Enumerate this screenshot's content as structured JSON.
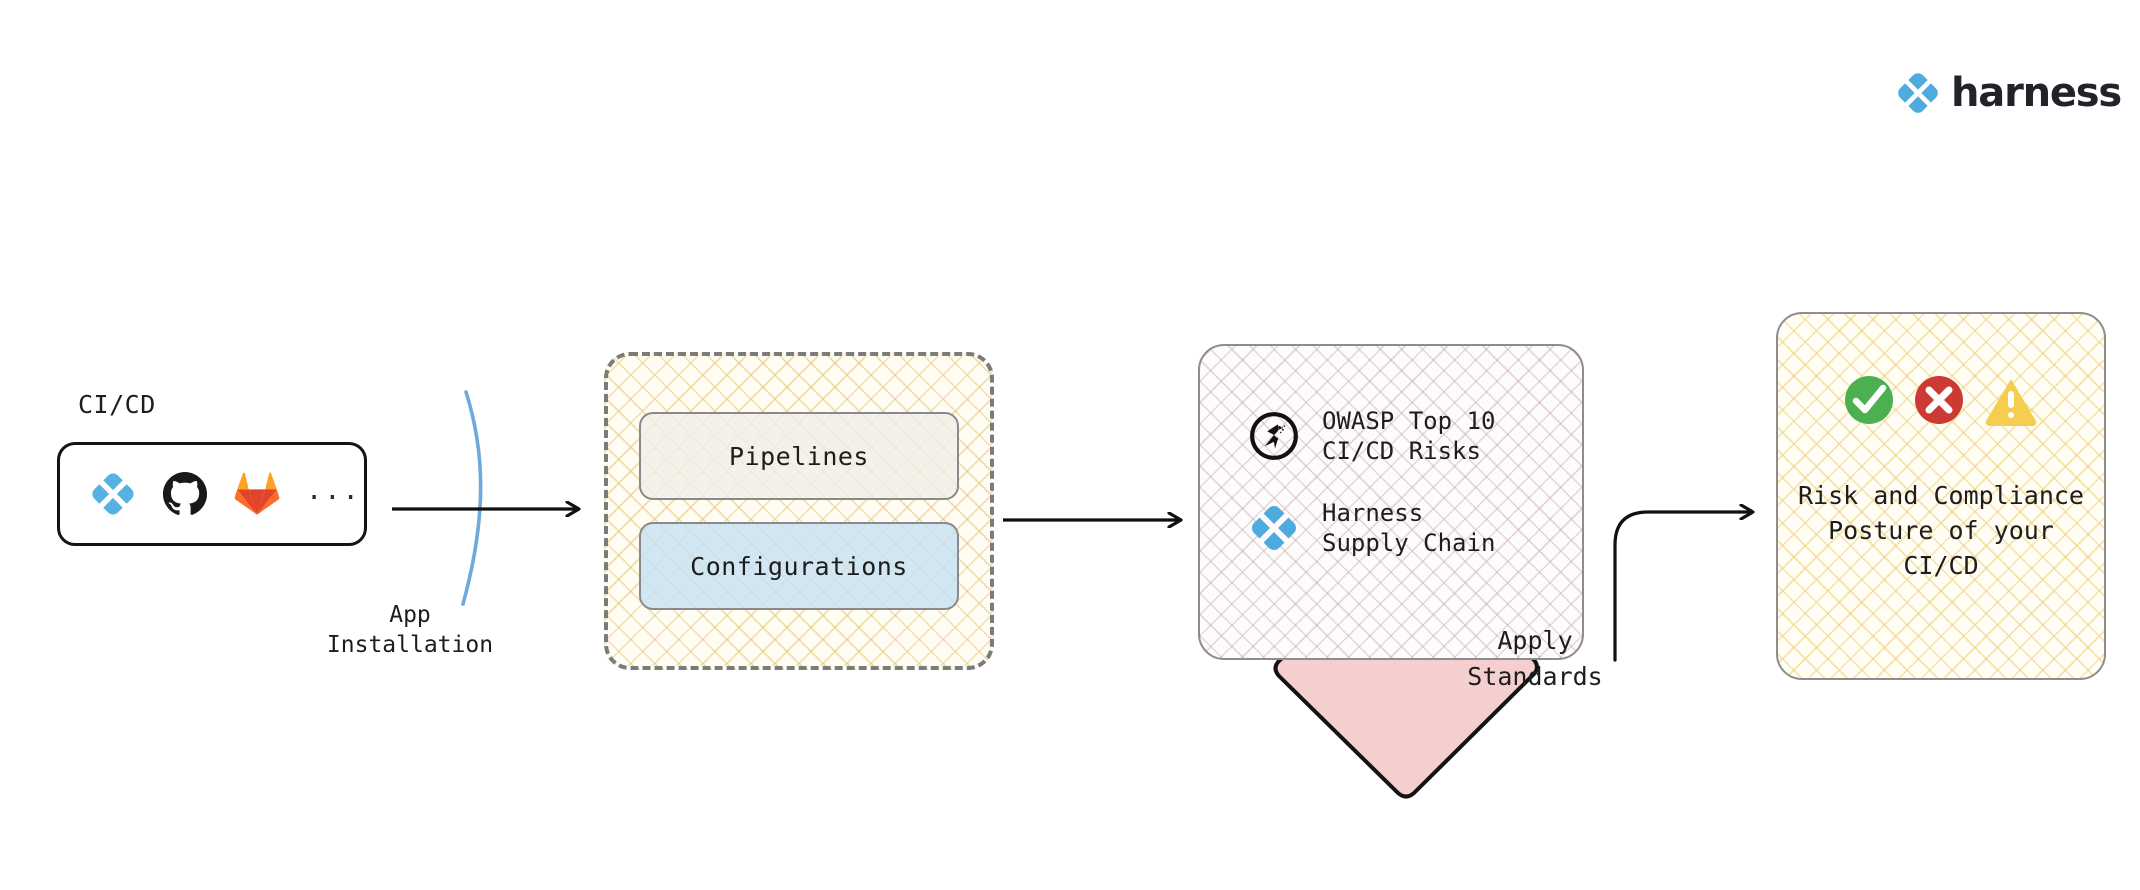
{
  "brand": {
    "name": "harness",
    "logo_icon": "harness-diamond-logo",
    "accent_color": "#4DABDE",
    "word_color": "#22222a"
  },
  "source": {
    "label": "CI/CD",
    "tools": [
      {
        "name": "Harness",
        "icon": "harness-logo-icon",
        "color": "#4DABDE"
      },
      {
        "name": "GitHub",
        "icon": "github-octocat-icon",
        "color": "#18191B"
      },
      {
        "name": "GitLab",
        "icon": "gitlab-fox-icon",
        "color": "#E24329"
      }
    ],
    "more": "..."
  },
  "boundary": {
    "label": "App\nInstallation",
    "curve_color": "#6FA8DC"
  },
  "pipeline_group": {
    "cards": [
      {
        "label": "Pipelines",
        "fill": "#F1EEE8"
      },
      {
        "label": "Configurations",
        "fill": "#C8E2F4"
      }
    ],
    "border_style": "dashed",
    "hatch_color": "#E2C670"
  },
  "standards": {
    "items": [
      {
        "icon": "owasp-logo-icon",
        "label": "OWASP Top 10\nCI/CD Risks"
      },
      {
        "icon": "harness-logo-icon",
        "label": "Harness\nSupply Chain"
      }
    ],
    "hatch_color": "#BEA0A0"
  },
  "apply_node": {
    "label": "Apply\nStandards",
    "fill": "#F5CFCF",
    "stroke": "#141414"
  },
  "outcome": {
    "status_icons": [
      {
        "icon": "check-circle-icon",
        "color": "#4CAF50"
      },
      {
        "icon": "x-circle-icon",
        "color": "#CC3A33"
      },
      {
        "icon": "warning-triangle-icon",
        "color": "#F5CE4F"
      }
    ],
    "label": "Risk and Compliance\nPosture of your\nCI/CD",
    "hatch_color": "#EBCD6E"
  },
  "connectors": [
    {
      "from": "CI/CD",
      "to": "Pipelines group",
      "style": "straight-arrow"
    },
    {
      "from": "Pipelines group",
      "to": "Standards",
      "style": "straight-arrow"
    },
    {
      "from": "Apply Standards",
      "to": "Outcome",
      "style": "elbow-curve-arrow"
    }
  ]
}
